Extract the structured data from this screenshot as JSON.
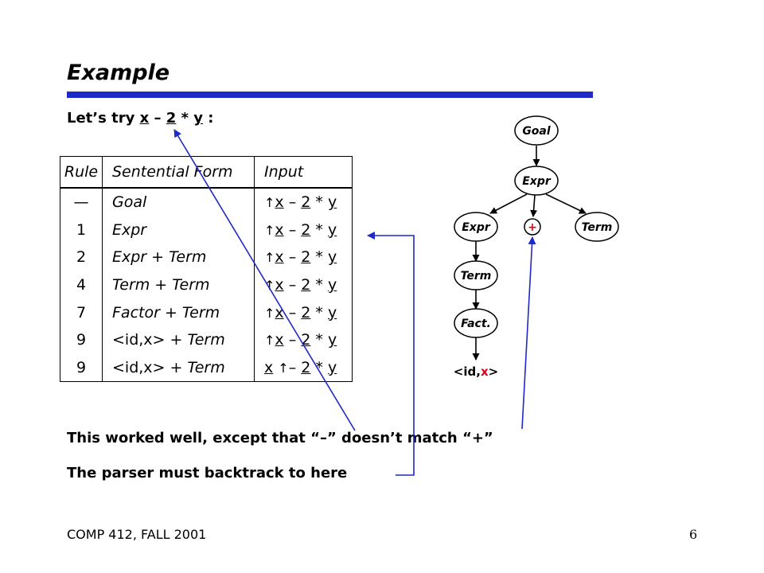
{
  "title": "Example",
  "intro": {
    "prefix": "Let’s try ",
    "x": "x",
    "minus": "–",
    "two": "2",
    "times": " * ",
    "y": "y",
    "suffix": " :"
  },
  "table": {
    "headers": [
      "Rule",
      "Sentential Form",
      "Input"
    ],
    "rows": [
      {
        "rule": "—",
        "form_pre": "",
        "form_it": "Goal",
        "input_before": "",
        "input_after": "x – 2 * y"
      },
      {
        "rule": "1",
        "form_pre": "",
        "form_it": "Expr",
        "input_before": "",
        "input_after": "x – 2 * y"
      },
      {
        "rule": "2",
        "form_pre": "",
        "form_it": "Expr + Term",
        "input_before": "",
        "input_after": "x – 2 * y"
      },
      {
        "rule": "4",
        "form_pre": "",
        "form_it": "Term + Term",
        "input_before": "",
        "input_after": "x – 2 * y"
      },
      {
        "rule": "7",
        "form_pre": "",
        "form_it": "Factor + Term",
        "input_before": "",
        "input_after": "x – 2 * y"
      },
      {
        "rule": "9",
        "form_pre": "<id,x> + ",
        "form_it": "Term",
        "input_before": "",
        "input_after": "x – 2 * y"
      },
      {
        "rule": "9",
        "form_pre": "<id,x> + ",
        "form_it": "Term",
        "input_before": "x ",
        "input_after": "– 2 * y"
      }
    ],
    "pointer_symbol": "↑"
  },
  "tree": {
    "goal": "Goal",
    "expr_top": "Expr",
    "expr_left": "Expr",
    "plus": "+",
    "term_right": "Term",
    "term_mid": "Term",
    "fact": "Fact.",
    "leaf_pre": "<id,",
    "leaf_x": "x",
    "leaf_post": ">"
  },
  "notes": {
    "line1": "This worked well, except that “–” doesn’t match “+”",
    "line2": "The parser must backtrack to here"
  },
  "footer": {
    "course": "COMP 412, FALL 2001",
    "page": "6"
  },
  "colors": {
    "accent": "#1f29c8",
    "tree_node": "#ffffff",
    "highlight": "#e0001b"
  }
}
